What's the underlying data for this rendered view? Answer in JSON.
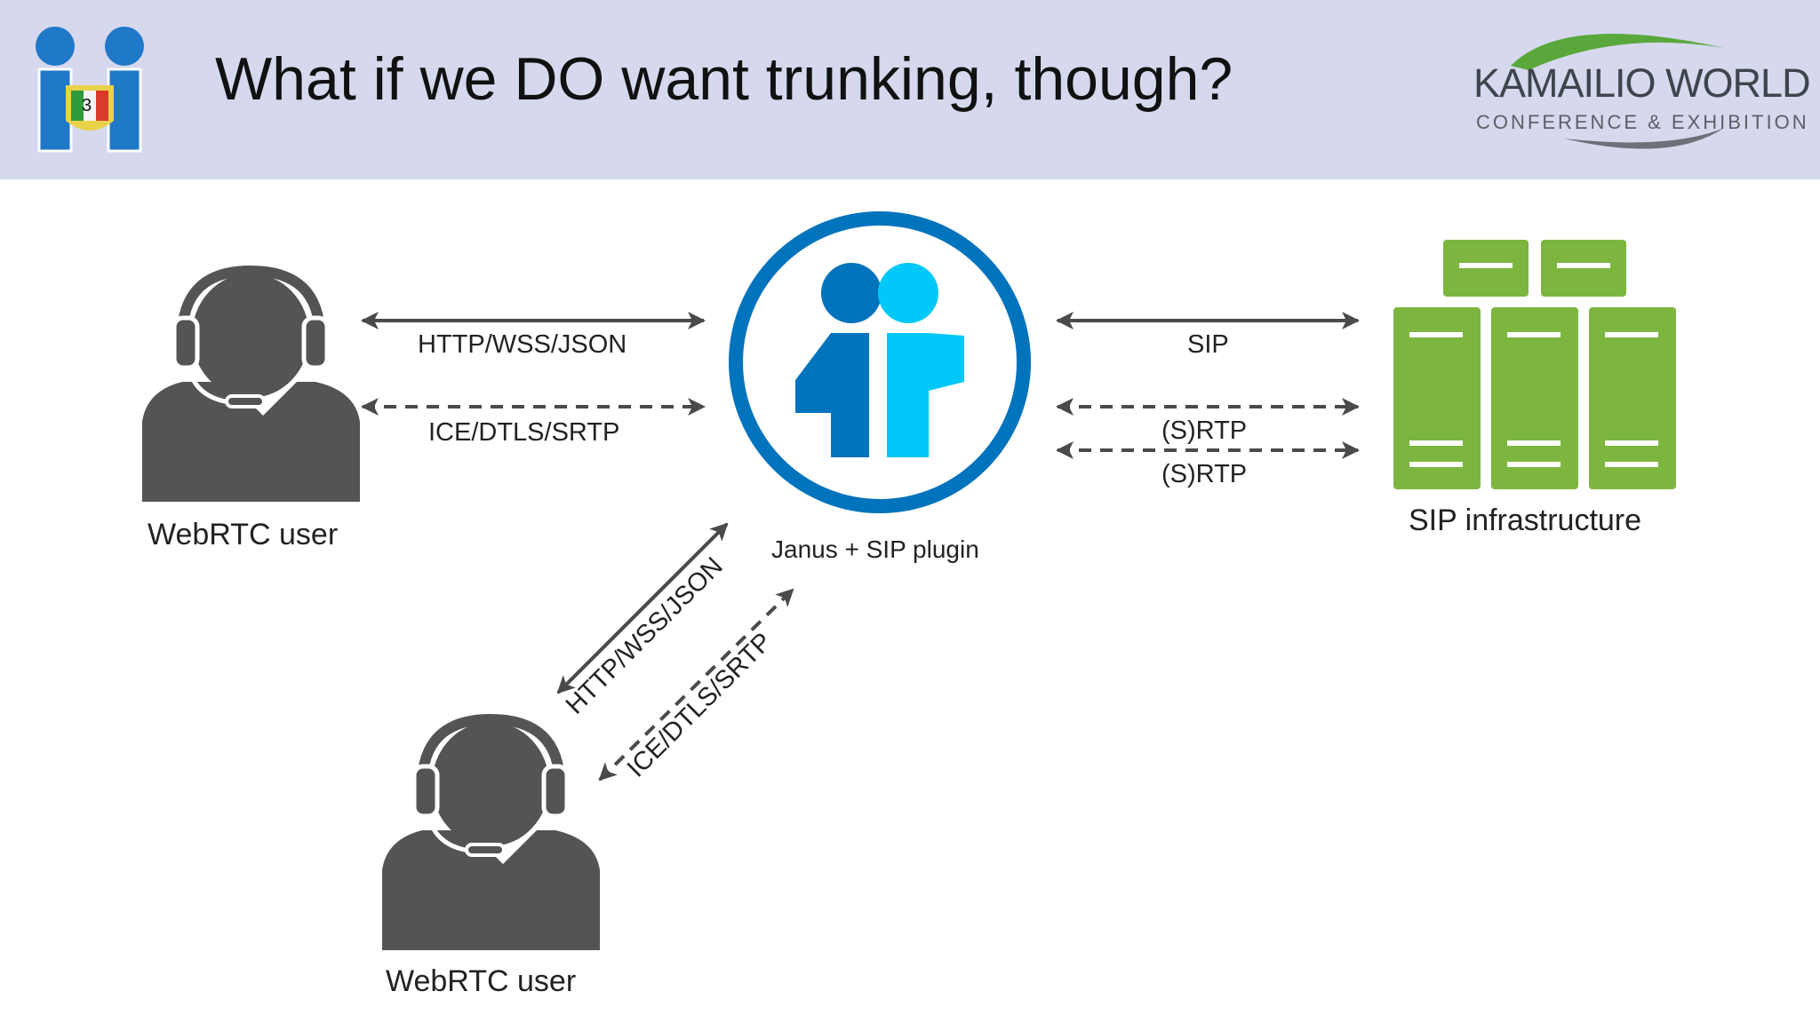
{
  "slide": {
    "title": "What if we DO want trunking, though?",
    "badge_number": "3"
  },
  "logos": {
    "kamailio_title": "KAMAILIO WORLD",
    "kamailio_subtitle": "CONFERENCE & EXHIBITION"
  },
  "diagram": {
    "nodes": {
      "webrtc_user_1": "WebRTC user",
      "janus": "Janus + SIP plugin",
      "sip_infra": "SIP infrastructure",
      "webrtc_user_2": "WebRTC user"
    },
    "edges": {
      "user1_signaling": "HTTP/WSS/JSON",
      "user1_media": "ICE/DTLS/SRTP",
      "sip_signaling": "SIP",
      "rtp_1": "(S)RTP",
      "rtp_2": "(S)RTP",
      "user2_signaling": "HTTP/WSS/JSON",
      "user2_media": "ICE/DTLS/SRTP"
    }
  },
  "colors": {
    "header_bg": "#d6d8ee",
    "janus_dark_blue": "#0073bd",
    "janus_light_blue": "#00c8f8",
    "server_green": "#7cb63f",
    "person_gray": "#545454",
    "arrow_gray": "#4a4a4a"
  }
}
